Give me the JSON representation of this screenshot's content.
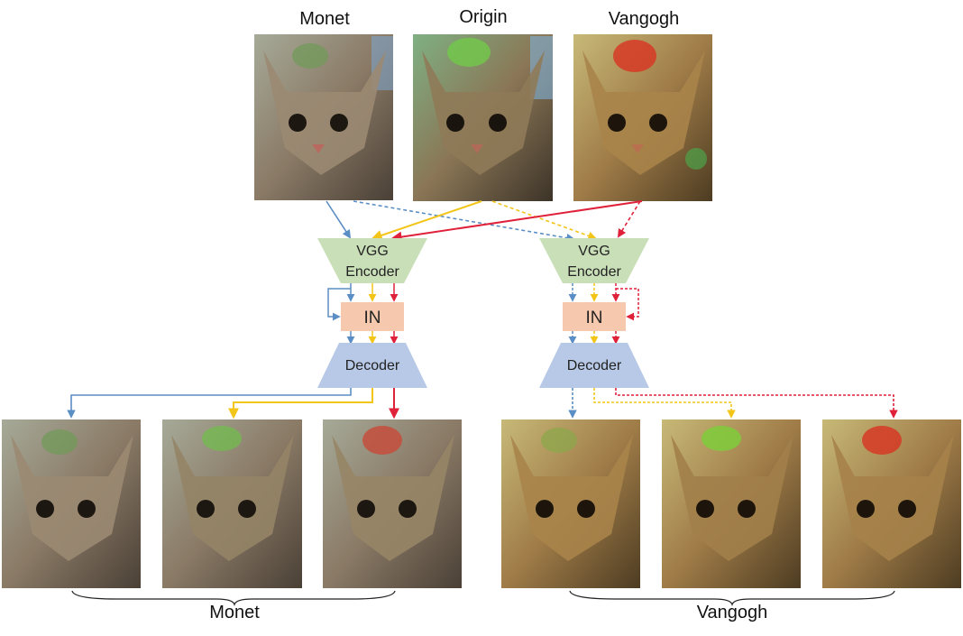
{
  "labels": {
    "monet_top": "Monet",
    "origin_top": "Origin",
    "vangogh_top": "Vangogh",
    "monet_bottom": "Monet",
    "vangogh_bottom": "Vangogh"
  },
  "blocks": {
    "encoder_line1": "VGG",
    "encoder_line2": "Encoder",
    "norm": "IN",
    "decoder": "Decoder"
  },
  "colors": {
    "monet_arrow": "#5b8ec4",
    "origin_arrow": "#f2c518",
    "vangogh_arrow": "#e0213a",
    "encoder_fill": "#c9dfb8",
    "norm_fill": "#f6c9ae",
    "decoder_fill": "#b7c9e6"
  },
  "images": {
    "monet": "cat-monet-style",
    "origin": "cat-origin",
    "vangogh": "cat-vangogh-style"
  }
}
